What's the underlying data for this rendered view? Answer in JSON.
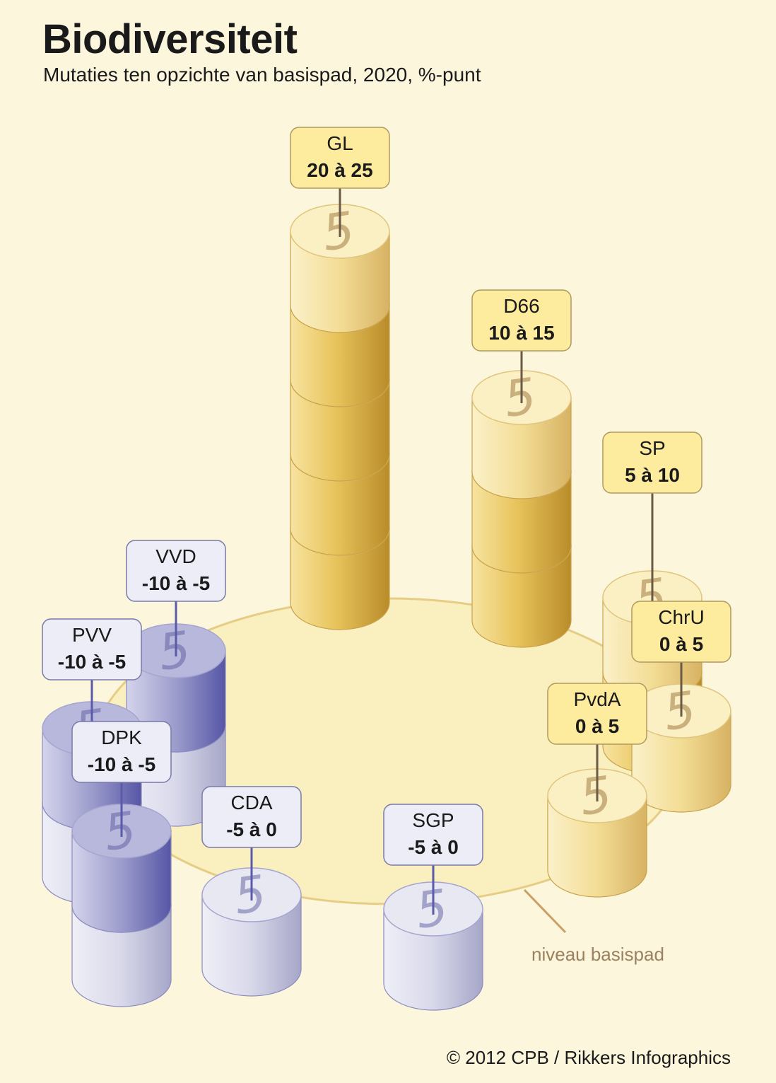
{
  "title": "Biodiversiteit",
  "subtitle": "Mutaties ten opzichte van basispad, 2020, %-punt",
  "credit": "© 2012 CPB / Rikkers Infographics",
  "chart_data": {
    "type": "bar",
    "unit": "%-punt",
    "disc_size": 5,
    "disc_label": "5",
    "baseline_label": "niveau basispad",
    "colors": {
      "positive": "#e8c45c",
      "negative": "#9c9ccc",
      "label_positive": "#fdeb9e",
      "label_negative": "#ededf7",
      "leader_positive": "#6b5a45",
      "leader_negative": "#5a5aa8",
      "ellipse": "#f8e9a8"
    },
    "series": [
      {
        "party": "GL",
        "range": "20 à 25",
        "min": 20,
        "max": 25
      },
      {
        "party": "D66",
        "range": "10 à 15",
        "min": 10,
        "max": 15
      },
      {
        "party": "SP",
        "range": "5 à 10",
        "min": 5,
        "max": 10
      },
      {
        "party": "ChrU",
        "range": "0 à 5",
        "min": 0,
        "max": 5
      },
      {
        "party": "PvdA",
        "range": "0 à 5",
        "min": 0,
        "max": 5
      },
      {
        "party": "SGP",
        "range": "-5 à 0",
        "min": -5,
        "max": 0
      },
      {
        "party": "CDA",
        "range": "-5 à 0",
        "min": -5,
        "max": 0
      },
      {
        "party": "DPK",
        "range": "-10 à -5",
        "min": -10,
        "max": -5
      },
      {
        "party": "PVV",
        "range": "-10 à -5",
        "min": -10,
        "max": -5
      },
      {
        "party": "VVD",
        "range": "-10 à -5",
        "min": -10,
        "max": -5
      }
    ]
  }
}
